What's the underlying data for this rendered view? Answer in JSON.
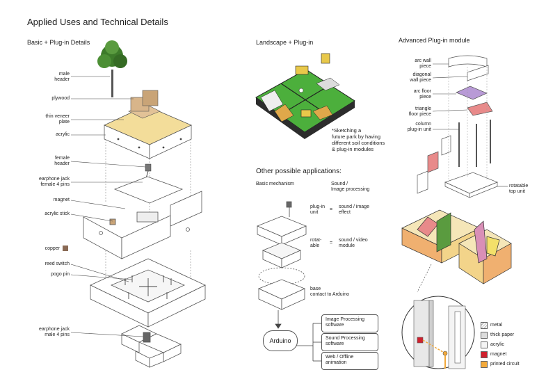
{
  "title": "Applied Uses and Technical Details",
  "left": {
    "heading": "Basic + Plug-in Details",
    "labels": {
      "male_header": "male\nheader",
      "plywood": "plywood",
      "veneer": "thin veneer\nplate",
      "acrylic": "acrylic",
      "female_header": "female\nheader",
      "earphone_female": "earphone jack\nfemale 4 pins",
      "magnet": "magnet",
      "acrylic_stick": "acrylic stick",
      "copper": "copper",
      "reed_switch": "reed switch",
      "pogo_pin": "pogo pin",
      "earphone_male": "earphone jack\nmale 4 pins"
    }
  },
  "middle": {
    "heading": "Landscape + Plug-in",
    "sketch_note": "*Sketching a\nfuture park by having\ndifferent soil conditions\n& plug-in modules",
    "other_heading": "Other possible applications:",
    "basic_mechanism": "Basic mechanism",
    "sound_image": "Sound /\nImage processing",
    "plugin_unit": "plug-in\nunit",
    "equals1": "=",
    "sound_image_effect": "sound / image\neffect",
    "rotatable": "rotat-\nable",
    "equals2": "=",
    "sound_video": "sound / video\nmodule",
    "base": "base\ncontact to Arduino",
    "arduino": "Arduino",
    "outputs": [
      "Image Processing\nsoftware",
      "Sound Processing\nsoftware",
      "Web / Offline\nanimation"
    ]
  },
  "right": {
    "heading": "Advanced Plug-in module",
    "labels": {
      "arc_wall": "arc wall\npiece",
      "diagonal_wall": "diagonal\nwall piece",
      "arc_floor": "arc floor\npiece",
      "triangle_floor": "triangle\nfloor piece",
      "column": "column\nplug-in unit",
      "rotatable_top": "rotatable\ntop unit"
    },
    "legend": [
      {
        "label": "metal",
        "color": "#ffffff"
      },
      {
        "label": "thick paper",
        "color": "#dcdcdc"
      },
      {
        "label": "acrylic",
        "color": "#f4f4f4"
      },
      {
        "label": "magnet",
        "color": "#d0202e"
      },
      {
        "label": "printed circuit",
        "color": "#f2a93b"
      }
    ]
  },
  "colors": {
    "veneer": "#f3dd9a",
    "plywood": "#d8b58a",
    "grass": "#4caf3c",
    "copper": "#8a6a55",
    "pink": "#e88a8a",
    "purple": "#b89ad6"
  }
}
